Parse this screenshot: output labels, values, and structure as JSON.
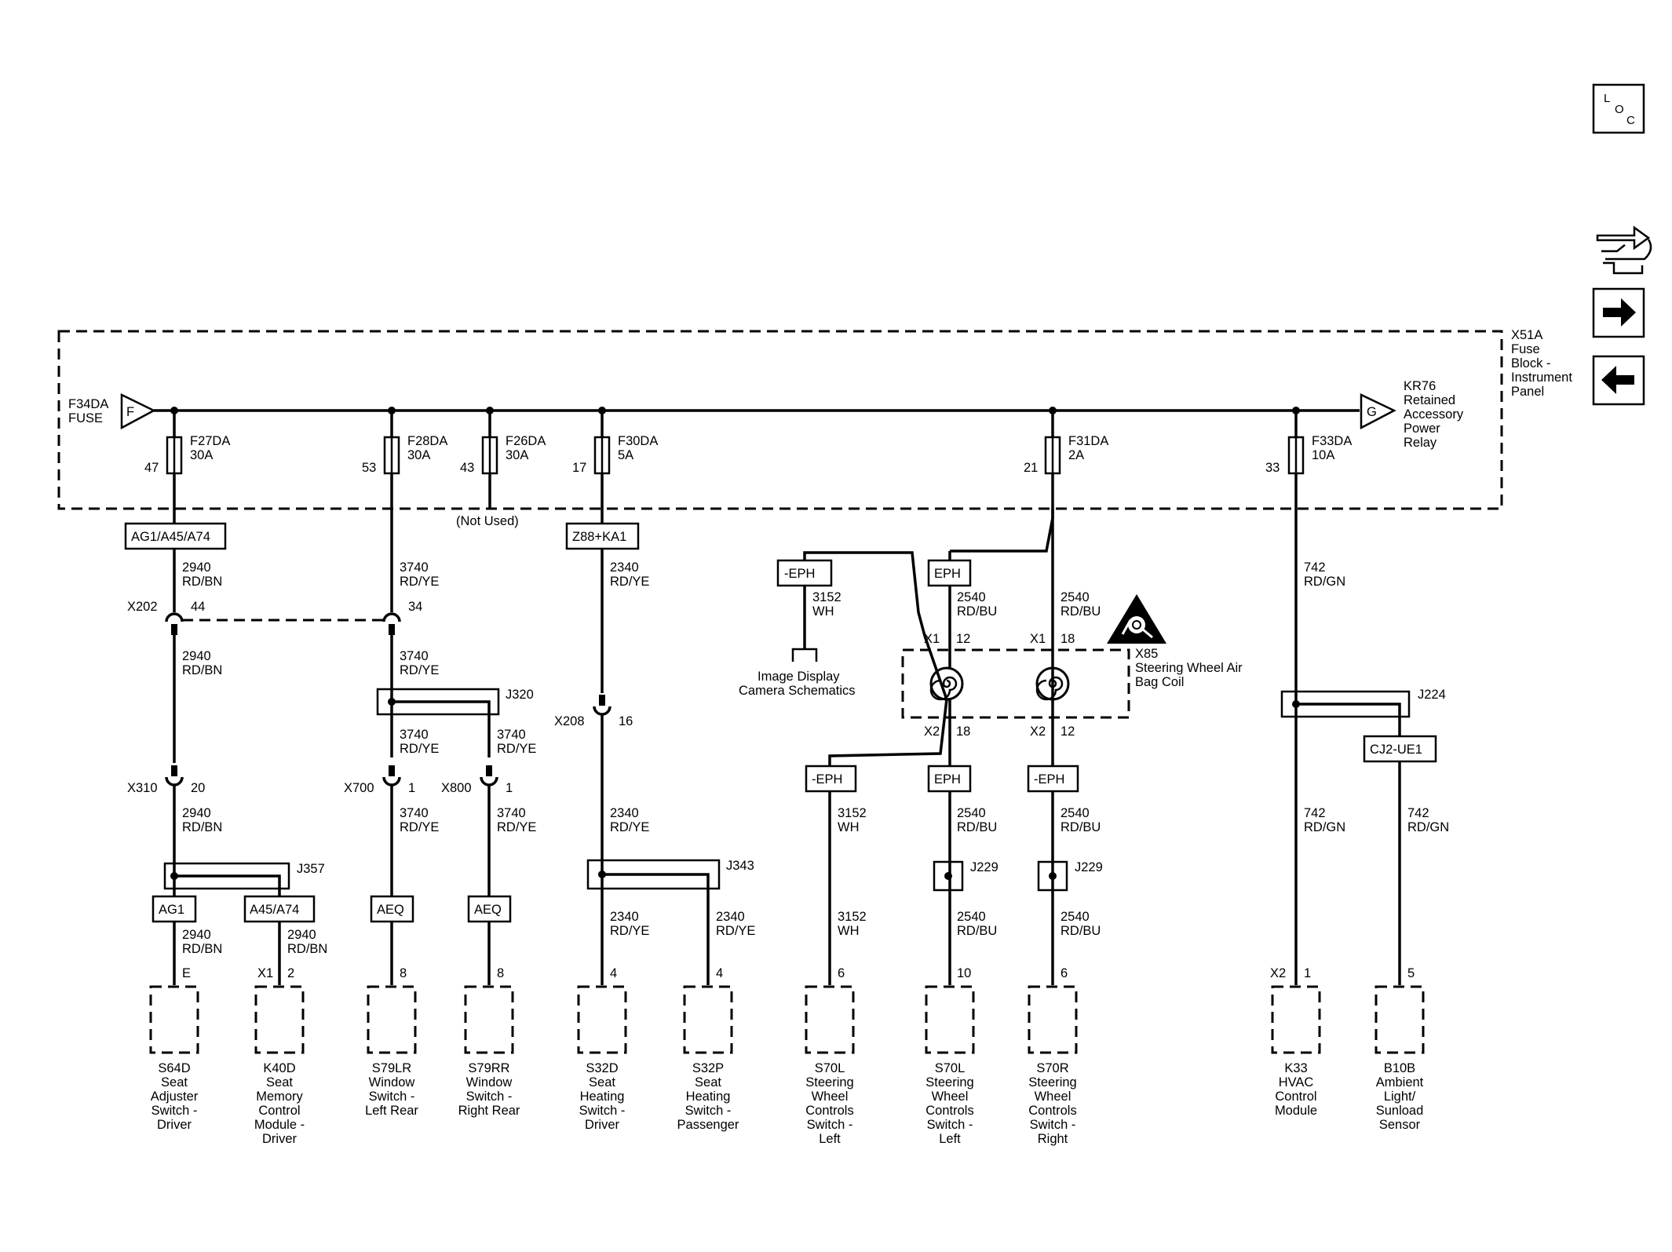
{
  "side_icons": {
    "loc_letters": [
      "L",
      "O",
      "C"
    ]
  },
  "fuse_block": {
    "name_lines": [
      "X51A",
      "Fuse",
      "Block -",
      "Instrument",
      "Panel"
    ]
  },
  "source": {
    "flag_letter": "F",
    "label_lines": [
      "F34DA",
      "FUSE"
    ]
  },
  "relay": {
    "flag_letter": "G",
    "label_lines": [
      "KR76",
      "Retained",
      "Accessory",
      "Power",
      "Relay"
    ]
  },
  "fuses": [
    {
      "name": "F27DA",
      "rating": "30A",
      "pin": "47"
    },
    {
      "name": "F28DA",
      "rating": "30A",
      "pin": "53"
    },
    {
      "name": "F26DA",
      "rating": "30A",
      "pin": "43"
    },
    {
      "name": "F30DA",
      "rating": "5A",
      "pin": "17"
    },
    {
      "name": "F31DA",
      "rating": "2A",
      "pin": "21"
    },
    {
      "name": "F33DA",
      "rating": "10A",
      "pin": "33"
    }
  ],
  "not_used": "(Not Used)",
  "options": [
    "AG1/A45/A74",
    "Z88+KA1",
    "-EPH",
    "EPH",
    "CJ2-UE1",
    "-EPH",
    "EPH",
    "-EPH",
    "AG1",
    "A45/A74",
    "AEQ",
    "AEQ"
  ],
  "wires": [
    {
      "circuit": "2940",
      "color": "RD/BN"
    },
    {
      "circuit": "2940",
      "color": "RD/BN"
    },
    {
      "circuit": "2940",
      "color": "RD/BN"
    },
    {
      "circuit": "2940",
      "color": "RD/BN"
    },
    {
      "circuit": "2940",
      "color": "RD/BN"
    },
    {
      "circuit": "3740",
      "color": "RD/YE"
    },
    {
      "circuit": "3740",
      "color": "RD/YE"
    },
    {
      "circuit": "3740",
      "color": "RD/YE"
    },
    {
      "circuit": "3740",
      "color": "RD/YE"
    },
    {
      "circuit": "3740",
      "color": "RD/YE"
    },
    {
      "circuit": "3740",
      "color": "RD/YE"
    },
    {
      "circuit": "2340",
      "color": "RD/YE"
    },
    {
      "circuit": "2340",
      "color": "RD/YE"
    },
    {
      "circuit": "2340",
      "color": "RD/YE"
    },
    {
      "circuit": "2340",
      "color": "RD/YE"
    },
    {
      "circuit": "3152",
      "color": "WH"
    },
    {
      "circuit": "2540",
      "color": "RD/BU"
    },
    {
      "circuit": "2540",
      "color": "RD/BU"
    },
    {
      "circuit": "3152",
      "color": "WH"
    },
    {
      "circuit": "3152",
      "color": "WH"
    },
    {
      "circuit": "2540",
      "color": "RD/BU"
    },
    {
      "circuit": "2540",
      "color": "RD/BU"
    },
    {
      "circuit": "2540",
      "color": "RD/BU"
    },
    {
      "circuit": "2540",
      "color": "RD/BU"
    },
    {
      "circuit": "742",
      "color": "RD/GN"
    },
    {
      "circuit": "742",
      "color": "RD/GN"
    },
    {
      "circuit": "742",
      "color": "RD/GN"
    }
  ],
  "inline_connectors": [
    {
      "name": "X202",
      "pin": "44"
    },
    {
      "name": "",
      "pin": "34"
    },
    {
      "name": "X310",
      "pin": "20"
    },
    {
      "name": "X700",
      "pin": "1"
    },
    {
      "name": "X800",
      "pin": "1"
    },
    {
      "name": "X208",
      "pin": "16"
    }
  ],
  "splices": [
    "J357",
    "J320",
    "J343",
    "J224",
    "J229",
    "J229"
  ],
  "image_ref": {
    "lines": [
      "Image Display",
      "Camera Schematics"
    ]
  },
  "airbag_coil": {
    "label_lines": [
      "X85",
      "Steering Wheel Air",
      "Bag Coil"
    ],
    "pins": [
      {
        "conn": "X1",
        "pin": "12"
      },
      {
        "conn": "X1",
        "pin": "18"
      },
      {
        "conn": "X2",
        "pin": "18"
      },
      {
        "conn": "X2",
        "pin": "12"
      }
    ]
  },
  "terminal_pins": [
    {
      "conn": "",
      "pin": "E"
    },
    {
      "conn": "X1",
      "pin": "2"
    },
    {
      "conn": "",
      "pin": "8"
    },
    {
      "conn": "",
      "pin": "8"
    },
    {
      "conn": "",
      "pin": "4"
    },
    {
      "conn": "",
      "pin": "4"
    },
    {
      "conn": "",
      "pin": "6"
    },
    {
      "conn": "",
      "pin": "10"
    },
    {
      "conn": "",
      "pin": "6"
    },
    {
      "conn": "X2",
      "pin": "1"
    },
    {
      "conn": "",
      "pin": "5"
    }
  ],
  "components": [
    {
      "lines": [
        "S64D",
        "Seat",
        "Adjuster",
        "Switch -",
        "Driver"
      ]
    },
    {
      "lines": [
        "K40D",
        "Seat",
        "Memory",
        "Control",
        "Module -",
        "Driver"
      ]
    },
    {
      "lines": [
        "S79LR",
        "Window",
        "Switch -",
        "Left Rear"
      ]
    },
    {
      "lines": [
        "S79RR",
        "Window",
        "Switch -",
        "Right Rear"
      ]
    },
    {
      "lines": [
        "S32D",
        "Seat",
        "Heating",
        "Switch -",
        "Driver"
      ]
    },
    {
      "lines": [
        "S32P",
        "Seat",
        "Heating",
        "Switch -",
        "Passenger"
      ]
    },
    {
      "lines": [
        "S70L",
        "Steering",
        "Wheel",
        "Controls",
        "Switch -",
        "Left"
      ]
    },
    {
      "lines": [
        "S70L",
        "Steering",
        "Wheel",
        "Controls",
        "Switch -",
        "Left"
      ]
    },
    {
      "lines": [
        "S70R",
        "Steering",
        "Wheel",
        "Controls",
        "Switch -",
        "Right"
      ]
    },
    {
      "lines": [
        "K33",
        "HVAC",
        "Control",
        "Module"
      ]
    },
    {
      "lines": [
        "B10B",
        "Ambient",
        "Light/",
        "Sunload",
        "Sensor"
      ]
    }
  ]
}
